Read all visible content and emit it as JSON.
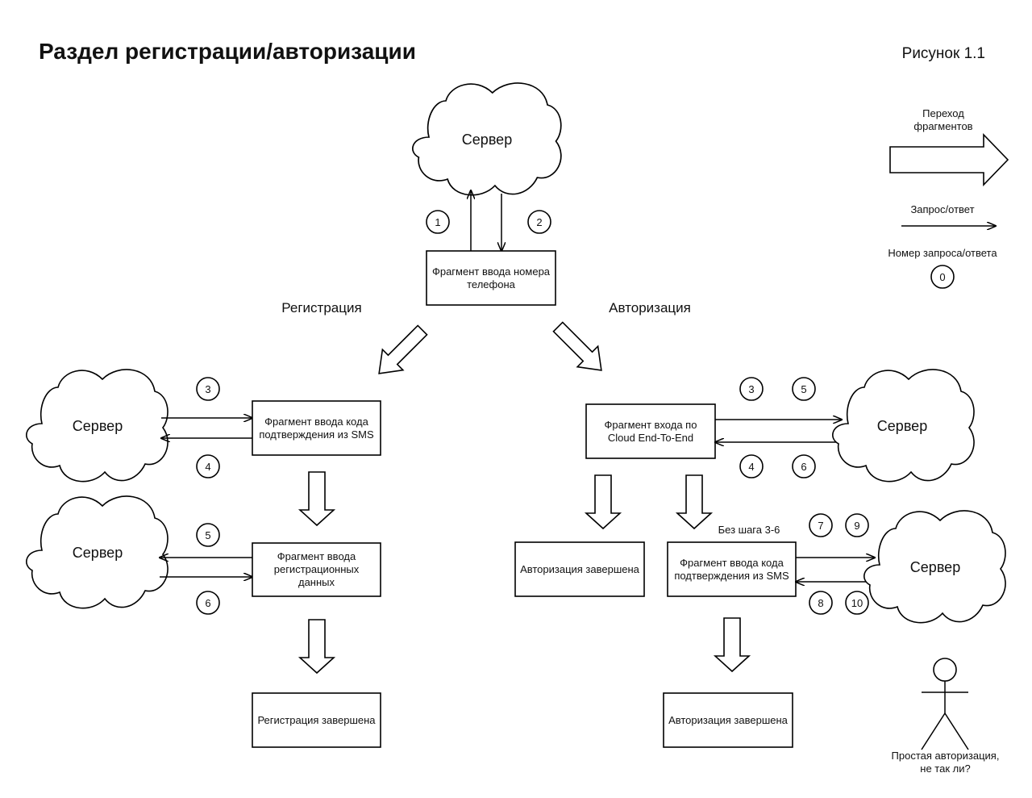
{
  "title": "Раздел регистрации/авторизации",
  "figure_label": "Рисунок 1.1",
  "server_label": "Сервер",
  "boxes": {
    "phone_input": "Фрагмент ввода номера телефона",
    "reg_sms_code": "Фрагмент ввода кода подтверждения из SMS",
    "reg_data": "Фрагмент ввода регистрационных данных",
    "reg_done": "Регистрация завершена",
    "cloud_login": "Фрагмент входа по Cloud End-To-End",
    "auth_done_cloud": "Авторизация завершена",
    "auth_sms_code": "Фрагмент ввода кода подтверждения из SMS",
    "auth_done": "Авторизация завершена"
  },
  "sections": {
    "registration": "Регистрация",
    "authorization": "Авторизация"
  },
  "skip_note": "Без шага 3-6",
  "legend": {
    "fragment_transition": "Переход фрагментов",
    "request_response": "Запрос/ответ",
    "request_number": "Номер запроса/ответа",
    "sample_number": "0"
  },
  "numbers": {
    "top_1": "1",
    "top_2": "2",
    "reg_3": "3",
    "reg_4": "4",
    "reg_5": "5",
    "reg_6": "6",
    "auth_3": "3",
    "auth_5": "5",
    "auth_4": "4",
    "auth_6": "6",
    "auth_7": "7",
    "auth_9": "9",
    "auth_8": "8",
    "auth_10": "10"
  },
  "stick_figure_caption": "Простая авторизация, не так ли?"
}
